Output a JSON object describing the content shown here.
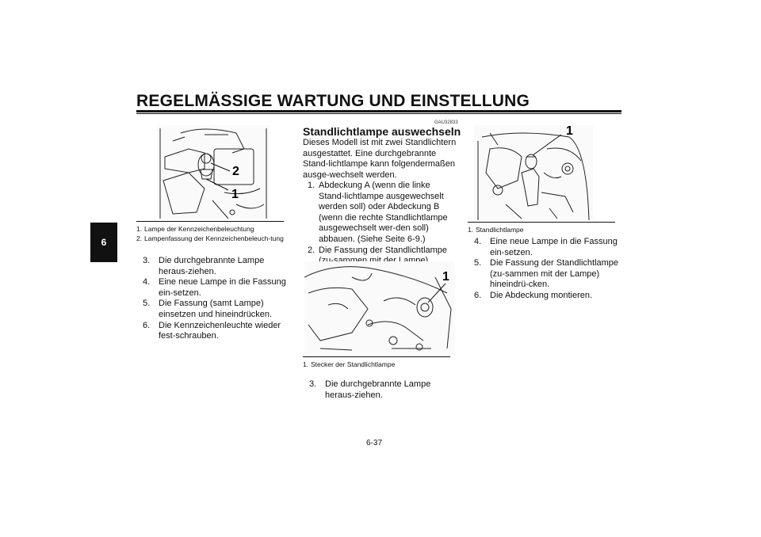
{
  "header": {
    "title": "REGELMÄSSIGE WARTUNG UND EINSTELLUNG"
  },
  "chapter_tab": "6",
  "page_number": "6-37",
  "column1": {
    "figure": {
      "callouts": [
        "2",
        "1"
      ]
    },
    "captions": [
      {
        "num": "1.",
        "text": "Lampe der Kennzeichenbeleuchtung"
      },
      {
        "num": "2.",
        "text": "Lampenfassung der Kennzeichenbeleuch-tung"
      }
    ],
    "steps": [
      {
        "num": "3.",
        "text": "Die durchgebrannte Lampe heraus-ziehen."
      },
      {
        "num": "4.",
        "text": "Eine neue Lampe in die Fassung ein-setzen."
      },
      {
        "num": "5.",
        "text": "Die Fassung (samt Lampe) einsetzen und hineindrücken."
      },
      {
        "num": "6.",
        "text": "Die Kennzeichenleuchte wieder fest-schrauben."
      }
    ]
  },
  "column2": {
    "code": "GAU32833",
    "heading": "Standlichtlampe auswechseln",
    "intro": "Dieses Modell ist mit zwei Standlichtern ausgestattet. Eine durchgebrannte Stand-lichtlampe kann folgendermaßen ausge-wechselt werden.",
    "steps": [
      {
        "num": "1.",
        "text": "Abdeckung A (wenn die linke Stand-lichtlampe ausgewechselt werden soll) oder Abdeckung B (wenn die rechte Standlichtlampe ausgewechselt wer-den soll) abbauen. (Siehe Seite 6-9.)"
      },
      {
        "num": "2.",
        "text": "Die Fassung der Standlichtlampe (zu-sammen mit der Lampe) herauszie-hen."
      }
    ],
    "figure": {
      "callouts": [
        "1"
      ]
    },
    "captions": [
      {
        "num": "1.",
        "text": "Stecker der Standlichtlampe"
      }
    ],
    "steps_after": [
      {
        "num": "3.",
        "text": "Die durchgebrannte Lampe heraus-ziehen."
      }
    ]
  },
  "column3": {
    "figure": {
      "callouts": [
        "1"
      ]
    },
    "captions": [
      {
        "num": "1.",
        "text": "Standlichtlampe"
      }
    ],
    "steps": [
      {
        "num": "4.",
        "text": "Eine neue Lampe in die Fassung ein-setzen."
      },
      {
        "num": "5.",
        "text": "Die Fassung der Standlichtlampe (zu-sammen mit der Lampe) hineindrü-cken."
      },
      {
        "num": "6.",
        "text": "Die Abdeckung montieren."
      }
    ]
  }
}
